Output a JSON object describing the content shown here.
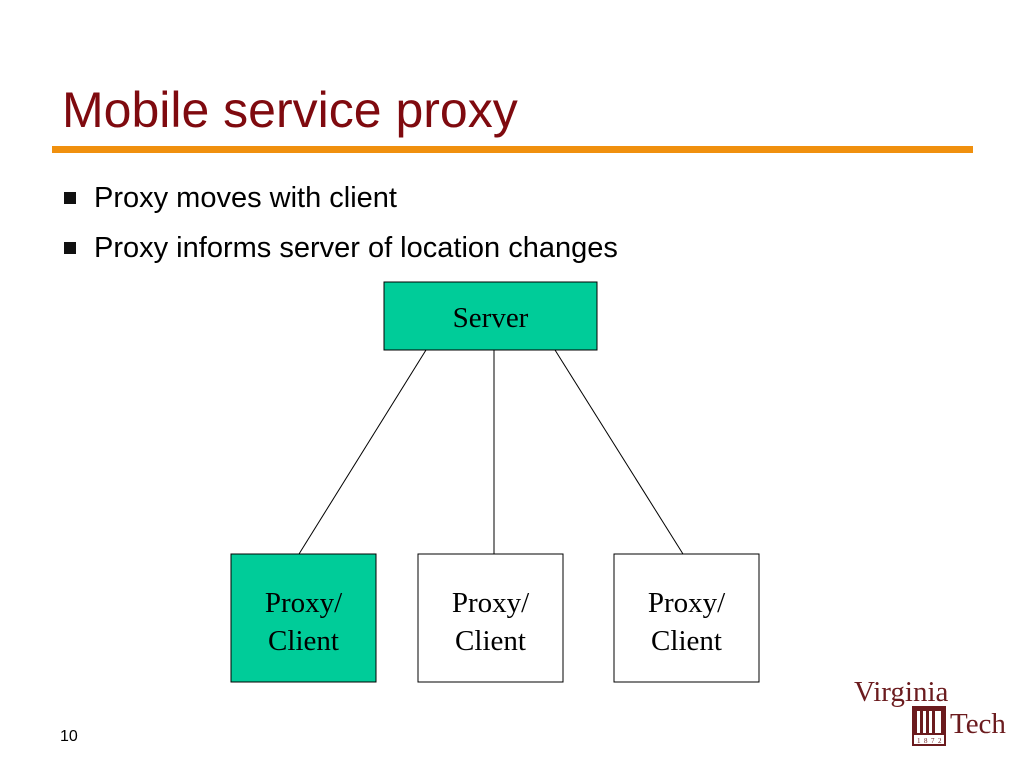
{
  "slide": {
    "title": "Mobile service proxy",
    "page_number": "10"
  },
  "bullets": [
    "Proxy moves with client",
    "Proxy informs server of location changes"
  ],
  "diagram": {
    "server_label": "Server",
    "clients": [
      {
        "line1": "Proxy/",
        "line2": "Client",
        "highlighted": true
      },
      {
        "line1": "Proxy/",
        "line2": "Client",
        "highlighted": false
      },
      {
        "line1": "Proxy/",
        "line2": "Client",
        "highlighted": false
      }
    ],
    "colors": {
      "highlight_fill": "#00cc99",
      "plain_fill": "#ffffff",
      "line": "#000000"
    }
  },
  "logo": {
    "word1": "Virginia",
    "word2": "Tech",
    "year_digits": [
      "1",
      "8",
      "7",
      "2"
    ],
    "color": "#6b1b1e"
  },
  "colors": {
    "title": "#7f0a0f",
    "accent_rule": "#f0900e"
  }
}
